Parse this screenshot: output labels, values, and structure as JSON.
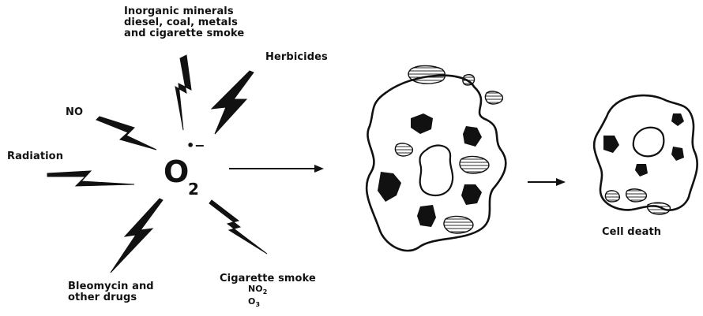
{
  "sources": {
    "minerals": [
      "Inorganic minerals",
      "diesel, coal, metals",
      "and cigarette smoke"
    ],
    "herbicides": "Herbicides",
    "no": "NO",
    "radiation": "Radiation",
    "drugs": [
      "Bleomycin and",
      "other drugs"
    ],
    "smoke": "Cigarette smoke",
    "no2": "NO",
    "no2_sub": "2",
    "o3": "O",
    "o3_sub": "3"
  },
  "superoxide": {
    "symbol": "O",
    "subscript": "2",
    "charge": "•−"
  },
  "outcome": "Cell death"
}
